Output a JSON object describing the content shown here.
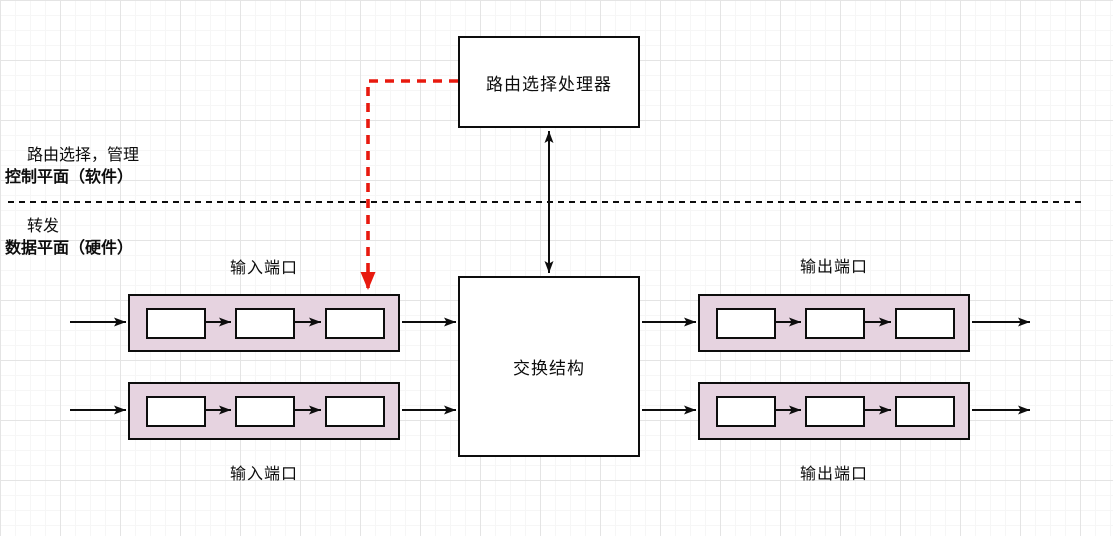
{
  "nodes": {
    "routing_processor": "路由选择处理器",
    "switching_fabric": "交换结构"
  },
  "port_labels": {
    "input": "输入端口",
    "output": "输出端口"
  },
  "plane_annotations": {
    "control_line1": "路由选择，管理",
    "control_line2": "控制平面（软件）",
    "data_line1": "转发",
    "data_line2": "数据平面（硬件）"
  },
  "colors": {
    "port_block_fill": "#e6d3e0",
    "stroke_black": "#0d0d0d",
    "control_arrow_red": "#e8190e",
    "grid_major": "#e4e4e4",
    "grid_minor": "#f6f6f6",
    "canvas_bg": "#ffffff"
  }
}
